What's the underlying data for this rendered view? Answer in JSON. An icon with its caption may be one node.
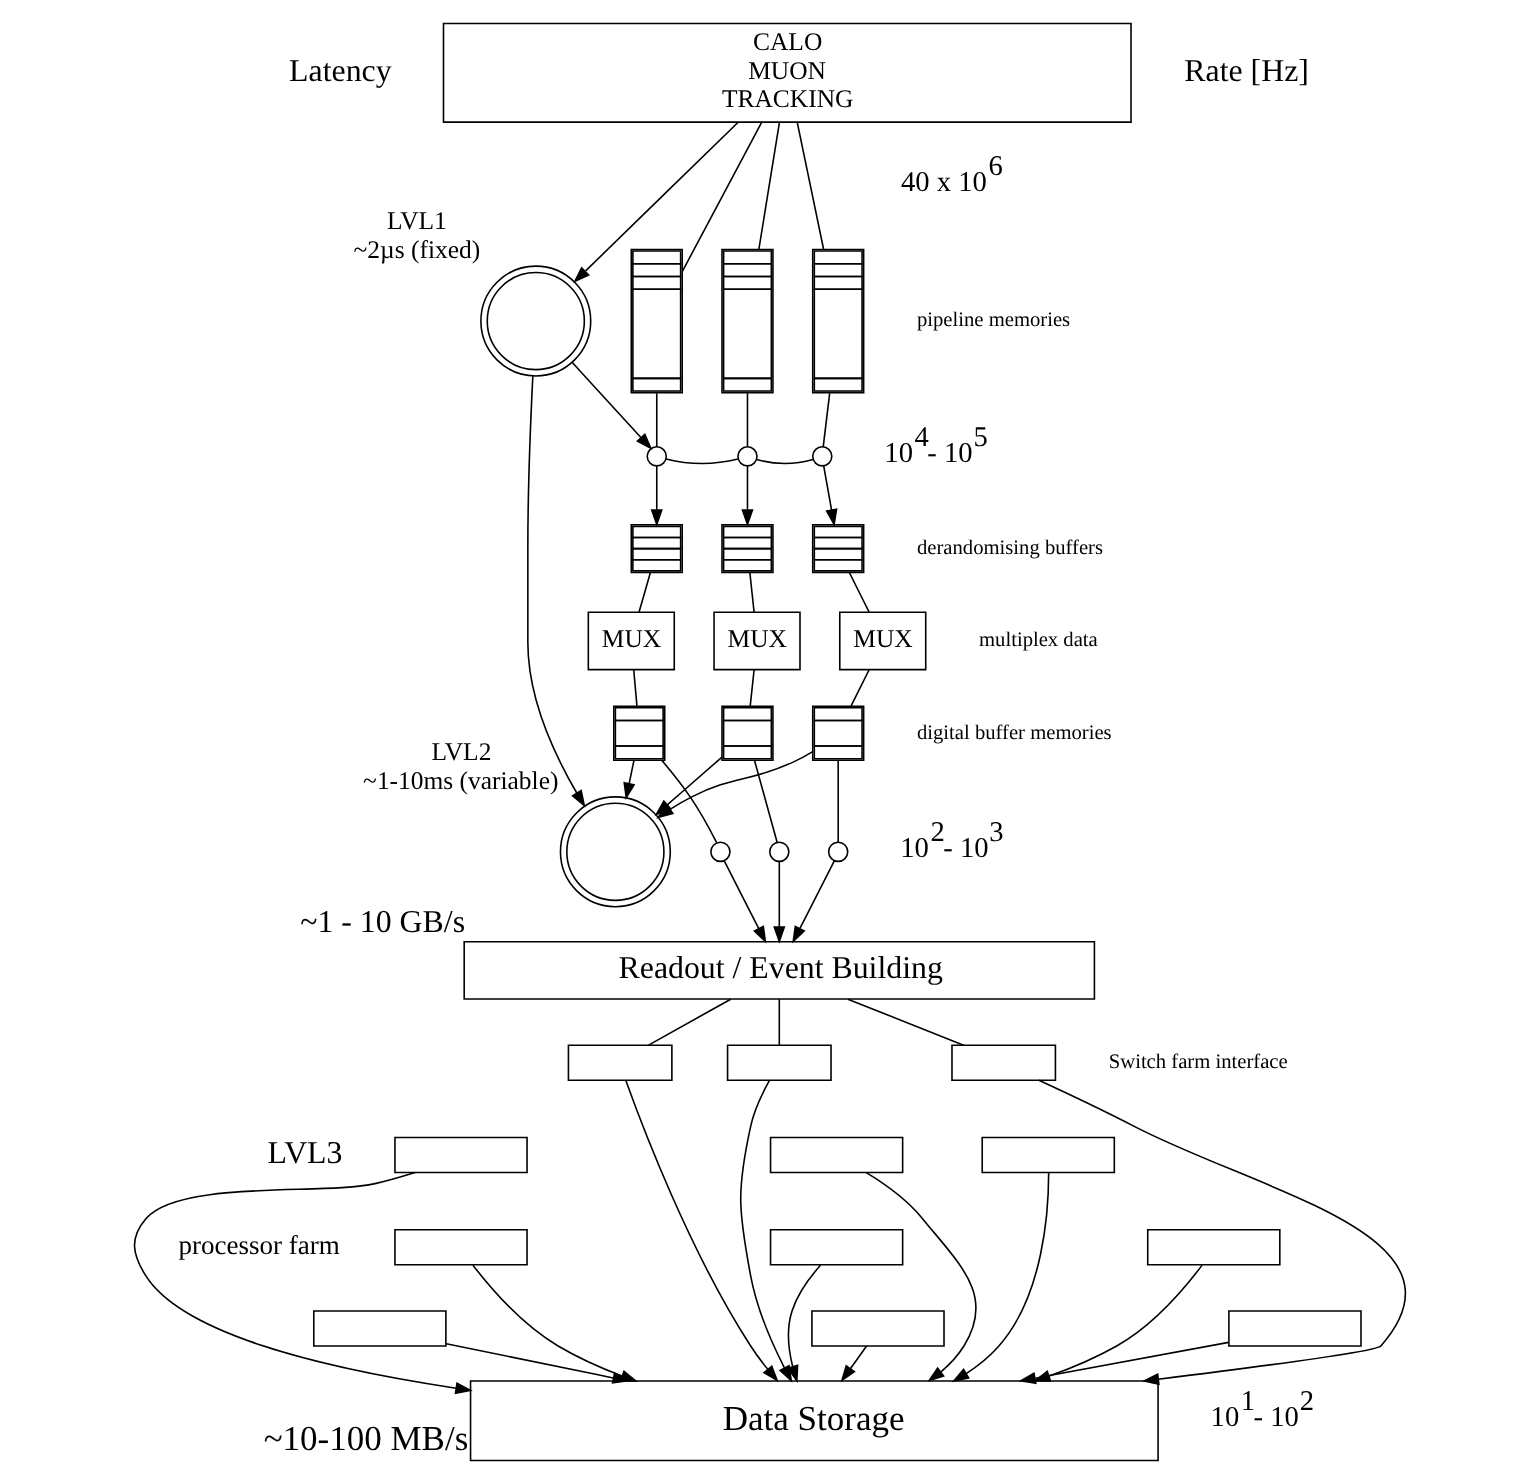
{
  "diagram": {
    "nodes": [
      {
        "text": [
          "CALO",
          "MUON",
          "TRACKING"
        ]
      },
      {
        "text": [],
        "shape": "circle",
        "beside": [
          "LVL1",
          "~2µs (fixed)"
        ]
      },
      {
        "text": [],
        "shape": "box"
      },
      {
        "text": [],
        "shape": "box"
      },
      {
        "text": [],
        "shape": "box"
      },
      {
        "text": [],
        "shape": "circle"
      },
      {
        "text": [],
        "shape": "circle"
      },
      {
        "text": [],
        "shape": "circle"
      },
      {
        "text": [],
        "shape": "box"
      },
      {
        "text": [],
        "shape": "box"
      },
      {
        "text": [],
        "shape": "box"
      },
      {
        "text": [
          "MUX"
        ]
      },
      {
        "text": [
          "MUX"
        ]
      },
      {
        "text": [
          "MUX"
        ]
      },
      {
        "text": [],
        "shape": "box"
      },
      {
        "text": [],
        "shape": "box"
      },
      {
        "text": [],
        "shape": "box"
      },
      {
        "text": [],
        "shape": "circle",
        "beside": [
          "LVL2",
          "~1-10ms (variable)"
        ]
      },
      {
        "text": [],
        "shape": "circle"
      },
      {
        "text": [],
        "shape": "circle"
      },
      {
        "text": [],
        "shape": "circle"
      },
      {
        "text": [
          "Readout / Event Building"
        ],
        "beside": [
          "~1 - 10 GB/s"
        ]
      },
      {
        "text": [],
        "shape": "box"
      },
      {
        "text": [],
        "shape": "box"
      },
      {
        "text": [],
        "shape": "box"
      },
      {
        "text": [],
        "shape": "box"
      },
      {
        "text": [],
        "shape": "box"
      },
      {
        "text": [],
        "shape": "box"
      },
      {
        "text": [],
        "shape": "box"
      },
      {
        "text": [],
        "shape": "box"
      },
      {
        "text": [],
        "shape": "box"
      },
      {
        "text": [],
        "shape": "box"
      },
      {
        "text": [],
        "shape": "box"
      },
      {
        "text": [],
        "shape": "box"
      },
      {
        "text": [
          "Data Storage"
        ],
        "beside": [
          "~10-100 MB/s"
        ]
      }
    ],
    "edges": [
      {
        "from": 0,
        "to": 1,
        "arrow": "to"
      },
      {
        "from": 0,
        "to": 2,
        "arrow": "none"
      },
      {
        "from": 0,
        "to": 3,
        "arrow": "none"
      },
      {
        "from": 0,
        "to": 4,
        "arrow": "none"
      },
      {
        "from": 1,
        "to": 5,
        "arrow": "to"
      },
      {
        "from": 1,
        "to": 17,
        "arrow": "to"
      },
      {
        "from": 2,
        "to": 5,
        "arrow": "none"
      },
      {
        "from": 3,
        "to": 6,
        "arrow": "none"
      },
      {
        "from": 4,
        "to": 7,
        "arrow": "none"
      },
      {
        "from": 5,
        "to": 6,
        "arrow": "none"
      },
      {
        "from": 6,
        "to": 7,
        "arrow": "none"
      },
      {
        "from": 5,
        "to": 8,
        "arrow": "to"
      },
      {
        "from": 6,
        "to": 9,
        "arrow": "to"
      },
      {
        "from": 7,
        "to": 10,
        "arrow": "to"
      },
      {
        "from": 8,
        "to": 11,
        "arrow": "none"
      },
      {
        "from": 9,
        "to": 12,
        "arrow": "none"
      },
      {
        "from": 10,
        "to": 13,
        "arrow": "none"
      },
      {
        "from": 11,
        "to": 14,
        "arrow": "none"
      },
      {
        "from": 12,
        "to": 15,
        "arrow": "none"
      },
      {
        "from": 13,
        "to": 16,
        "arrow": "none"
      },
      {
        "from": 14,
        "to": 17,
        "arrow": "to"
      },
      {
        "from": 15,
        "to": 17,
        "arrow": "to"
      },
      {
        "from": 16,
        "to": 17,
        "arrow": "to"
      },
      {
        "from": 14,
        "to": 18,
        "arrow": "none"
      },
      {
        "from": 15,
        "to": 19,
        "arrow": "none"
      },
      {
        "from": 16,
        "to": 20,
        "arrow": "none"
      },
      {
        "from": 18,
        "to": 21,
        "arrow": "to"
      },
      {
        "from": 19,
        "to": 21,
        "arrow": "to"
      },
      {
        "from": 20,
        "to": 21,
        "arrow": "to"
      },
      {
        "from": 21,
        "to": 22,
        "arrow": "none"
      },
      {
        "from": 21,
        "to": 23,
        "arrow": "none"
      },
      {
        "from": 21,
        "to": 24,
        "arrow": "none"
      },
      {
        "from": 22,
        "to": 34,
        "arrow": "to"
      },
      {
        "from": 23,
        "to": 34,
        "arrow": "to"
      },
      {
        "from": 24,
        "to": 34,
        "arrow": "to"
      },
      {
        "from": 25,
        "to": 34,
        "arrow": "to"
      },
      {
        "from": 28,
        "to": 34,
        "arrow": "to"
      },
      {
        "from": 31,
        "to": 34,
        "arrow": "to"
      },
      {
        "from": 26,
        "to": 34,
        "arrow": "to"
      },
      {
        "from": 29,
        "to": 34,
        "arrow": "to"
      },
      {
        "from": 32,
        "to": 34,
        "arrow": "to"
      },
      {
        "from": 27,
        "to": 34,
        "arrow": "to"
      },
      {
        "from": 30,
        "to": 34,
        "arrow": "to"
      },
      {
        "from": 33,
        "to": 34,
        "arrow": "to"
      }
    ],
    "labels": [
      "Latency",
      "Rate [Hz]",
      "40 x 10$^{6}$",
      "pipeline memories",
      "10$^{4}$- 10$^{5}$",
      "derandomising buffers",
      "multiplex data",
      "digital buffer memories",
      "10$^{2}$- 10$^{3}$",
      "Switch farm interface",
      "LVL3",
      "processor farm",
      "10$^{1}$- 10$^{2}$"
    ]
  }
}
